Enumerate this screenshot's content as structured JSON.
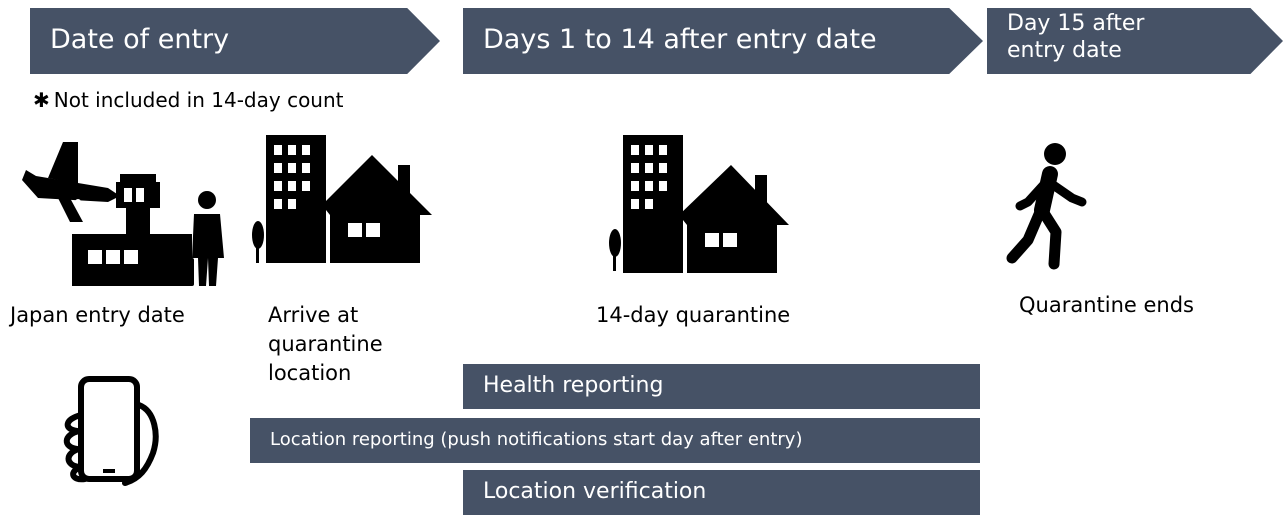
{
  "colors": {
    "phase_fill": "#465266",
    "phase_text": "#ffffff",
    "icon": "#000000"
  },
  "phases": [
    {
      "label": "Date of entry"
    },
    {
      "label": "Days 1 to 14 after entry date"
    },
    {
      "label": "Day 15 after entry date"
    }
  ],
  "note": {
    "symbol": "✱",
    "text": "Not included in 14-day count"
  },
  "steps": [
    {
      "caption": "Japan entry date",
      "icon": "airport-icon"
    },
    {
      "caption": "Arrive at quarantine location",
      "icon": "buildings-house-icon"
    },
    {
      "caption": "14-day quarantine",
      "icon": "buildings-house-icon"
    },
    {
      "caption": "Quarantine ends",
      "icon": "walking-person-icon"
    }
  ],
  "phone_icon": "hand-holding-phone-icon",
  "bars": {
    "health": "Health reporting",
    "location": "Location reporting (push notifications start day after entry)",
    "verification": "Location verification"
  }
}
